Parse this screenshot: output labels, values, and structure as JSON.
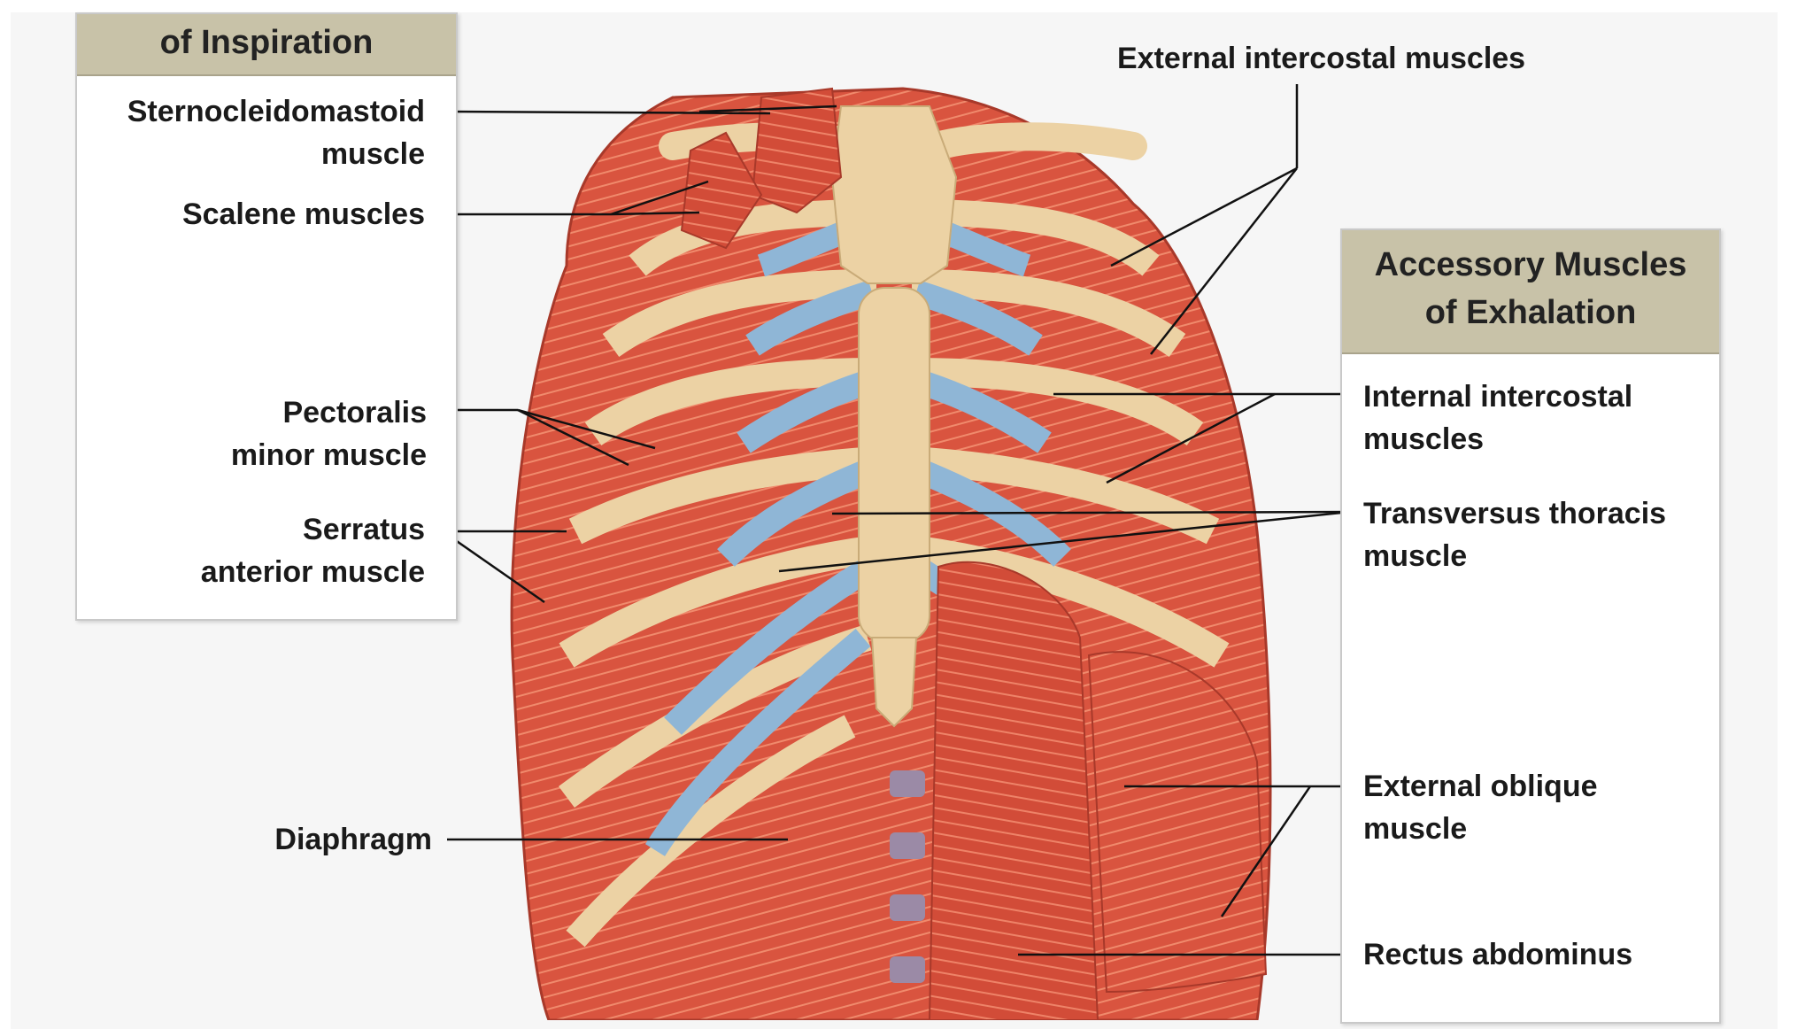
{
  "inspiration_panel": {
    "title": "of Inspiration",
    "labels": {
      "sternocleidomastoid": [
        "Sternocleidomastoid",
        "muscle"
      ],
      "scalene": [
        "Scalene muscles"
      ],
      "pectoralis_minor": [
        "Pectoralis",
        "minor muscle"
      ],
      "serratus_anterior": [
        "Serratus",
        "anterior muscle"
      ]
    }
  },
  "diaphragm_label": [
    "Diaphragm"
  ],
  "external_intercostal_label": [
    "External intercostal muscles"
  ],
  "exhalation_panel": {
    "title": [
      "Accessory Muscles",
      "of Exhalation"
    ],
    "labels": {
      "internal_intercostal": [
        "Internal intercostal",
        "muscles"
      ],
      "transversus_thoracis": [
        "Transversus thoracis",
        "muscle"
      ],
      "external_oblique": [
        "External oblique",
        "muscle"
      ],
      "rectus_abdominus": [
        "Rectus abdominus"
      ]
    }
  },
  "colors": {
    "muscle": "#d9543f",
    "muscle_dark": "#b83a2a",
    "bone": "#ecd2a4",
    "cartilage": "#8fb6d6",
    "panel_header": "#c8c2a8"
  }
}
